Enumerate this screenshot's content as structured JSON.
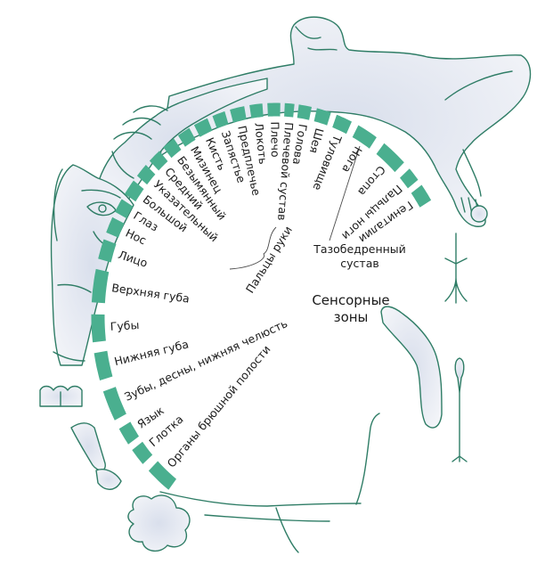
{
  "diagram": {
    "title": "Сенсорные зоны",
    "title_lines": [
      "Сенсорные",
      "зоны"
    ],
    "colors": {
      "segment": "#4aaf8f",
      "outline": "#2f7d66",
      "skin_light": "#f4f6fa",
      "skin_shade": "#d9dfec",
      "text": "#1a1a1a"
    },
    "regions": [
      {
        "label": "Гениталии",
        "weight": 1.0
      },
      {
        "label": "Пальцы ноги",
        "weight": 0.8
      },
      {
        "label": "Стопа",
        "weight": 1.6
      },
      {
        "label": "Нога",
        "weight": 1.3
      },
      {
        "label": "Туловище",
        "weight": 1.0
      },
      {
        "label": "Шея",
        "weight": 0.9
      },
      {
        "label": "Голова",
        "weight": 0.8
      },
      {
        "label": "Плечевой сустав",
        "weight": 0.6
      },
      {
        "label": "Плечо",
        "weight": 0.8
      },
      {
        "label": "Локоть",
        "weight": 0.8
      },
      {
        "label": "Предплечье",
        "weight": 0.9
      },
      {
        "label": "Запястье",
        "weight": 0.8
      },
      {
        "label": "Кисть",
        "weight": 0.9
      },
      {
        "label": "Мизинец",
        "weight": 0.8
      },
      {
        "label": "Безымянный",
        "weight": 0.8
      },
      {
        "label": "Средний",
        "weight": 0.8
      },
      {
        "label": "Указательный",
        "weight": 0.8
      },
      {
        "label": "Большой",
        "weight": 0.9
      },
      {
        "label": "Глаз",
        "weight": 0.8
      },
      {
        "label": "Нос",
        "weight": 0.9
      },
      {
        "label": "Лицо",
        "weight": 1.1
      },
      {
        "label": "Верхняя губа",
        "weight": 1.8
      },
      {
        "label": "Губы",
        "weight": 1.5
      },
      {
        "label": "Нижняя губа",
        "weight": 1.5
      },
      {
        "label": "Зубы, десны, нижняя челюсть",
        "weight": 1.7
      },
      {
        "label": "Язык",
        "weight": 1.0
      },
      {
        "label": "Глотка",
        "weight": 1.0
      },
      {
        "label": "Органы брюшной полости",
        "weight": 1.6
      }
    ],
    "annotations": {
      "fingers_group": "Пальцы руки",
      "hip_joint": [
        "Тазобедренный",
        "сустав"
      ]
    }
  }
}
